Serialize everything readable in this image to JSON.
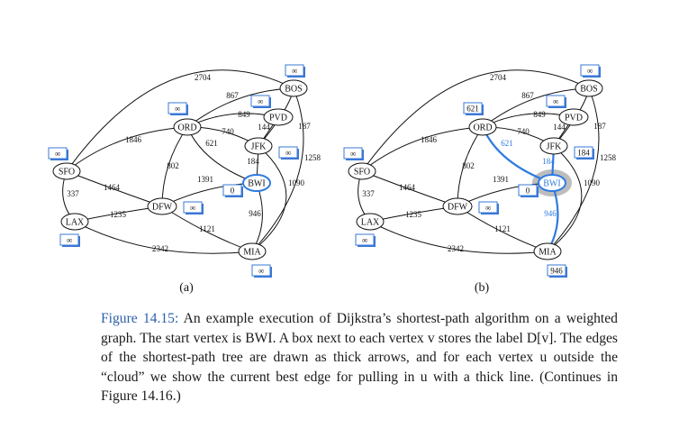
{
  "panels": [
    {
      "label": "(a)",
      "vertices": {
        "BOS": {
          "name": "BOS",
          "dist": "∞"
        },
        "PVD": {
          "name": "PVD",
          "dist": "∞"
        },
        "ORD": {
          "name": "ORD",
          "dist": "∞"
        },
        "JFK": {
          "name": "JFK",
          "dist": "∞"
        },
        "SFO": {
          "name": "SFO",
          "dist": "∞"
        },
        "BWI": {
          "name": "BWI",
          "dist": "0"
        },
        "DFW": {
          "name": "DFW",
          "dist": "∞"
        },
        "LAX": {
          "name": "LAX",
          "dist": "∞"
        },
        "MIA": {
          "name": "MIA",
          "dist": "∞"
        }
      }
    },
    {
      "label": "(b)",
      "vertices": {
        "BOS": {
          "name": "BOS",
          "dist": "∞"
        },
        "PVD": {
          "name": "PVD",
          "dist": "∞"
        },
        "ORD": {
          "name": "ORD",
          "dist": "621"
        },
        "JFK": {
          "name": "JFK",
          "dist": "184"
        },
        "SFO": {
          "name": "SFO",
          "dist": "∞"
        },
        "BWI": {
          "name": "BWI",
          "dist": "0"
        },
        "DFW": {
          "name": "DFW",
          "dist": "∞"
        },
        "LAX": {
          "name": "LAX",
          "dist": "∞"
        },
        "MIA": {
          "name": "MIA",
          "dist": "946"
        }
      }
    }
  ],
  "edge_weights": {
    "SFO_BOS": "2704",
    "ORD_BOS": "867",
    "ORD_PVD": "849",
    "JFK_PVD": "144",
    "JFK_BOS": "187",
    "ORD_JFK": "740",
    "ORD_BWI": "621",
    "SFO_ORD": "1846",
    "ORD_DFW": "802",
    "JFK_BWI": "184",
    "JFK_MIA": "1258",
    "BWI_MIA": "946",
    "BWI_DFW": "1391",
    "BOS_MIA": "1090",
    "SFO_DFW": "1464",
    "SFO_LAX": "337",
    "LAX_DFW": "1235",
    "DFW_MIA": "1121",
    "LAX_MIA": "2342"
  },
  "caption": {
    "label": "Figure 14.15:",
    "text": "An example execution of Dijkstra’s shortest-path algorithm on a weighted graph. The start vertex is BWI. A box next to each vertex v stores the label D[v]. The edges of the shortest-path tree are drawn as thick arrows, and for each vertex u outside the “cloud” we show the current best edge for pulling in u with a thick line. (Continues in Figure 14.16.)"
  },
  "colors": {
    "box_fill": "#ffffff",
    "box_border": "#3a78d6",
    "highlight": "#2f7be0",
    "cloud": "#bdbdbd",
    "caption_label": "#2b5fa8"
  }
}
